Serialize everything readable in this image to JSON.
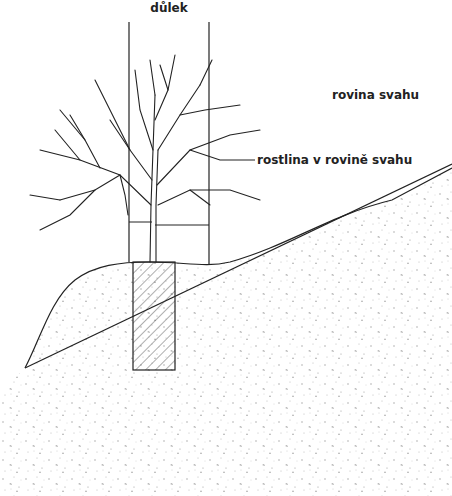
{
  "diagram": {
    "labels": [
      "důlek",
      "rovina svahu",
      "rostlina v rovině svahu"
    ]
  }
}
